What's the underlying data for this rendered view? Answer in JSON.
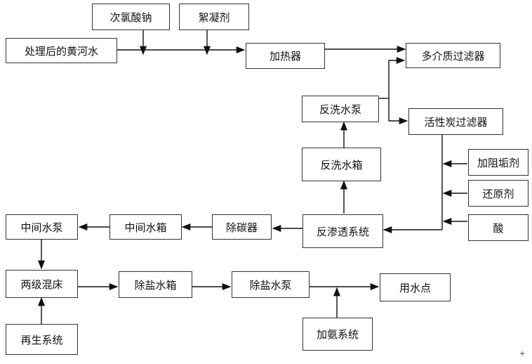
{
  "diagram": {
    "nodes": {
      "yellow_river_water": "处理后的黄河水",
      "sodium_hypochlorite": "次氯酸钠",
      "flocculant": "絮凝剂",
      "heater": "加热器",
      "multimedia_filter": "多介质过滤器",
      "backwash_pump": "反洗水泵",
      "activated_carbon_filter": "活性炭过滤器",
      "backwash_tank": "反洗水箱",
      "antiscalant": "加阻垢剂",
      "reducing_agent": "还原剂",
      "acid": "酸",
      "reverse_osmosis": "反渗透系统",
      "decarbonizer": "除碳器",
      "intermediate_tank": "中间水箱",
      "intermediate_pump": "中间水泵",
      "mixed_bed": "两级混床",
      "regeneration": "再生系统",
      "demin_tank": "除盐水箱",
      "demin_pump": "除盐水泵",
      "use_point": "用水点",
      "ammonia_dosing": "加氨系统"
    },
    "corner_mark": "+"
  }
}
